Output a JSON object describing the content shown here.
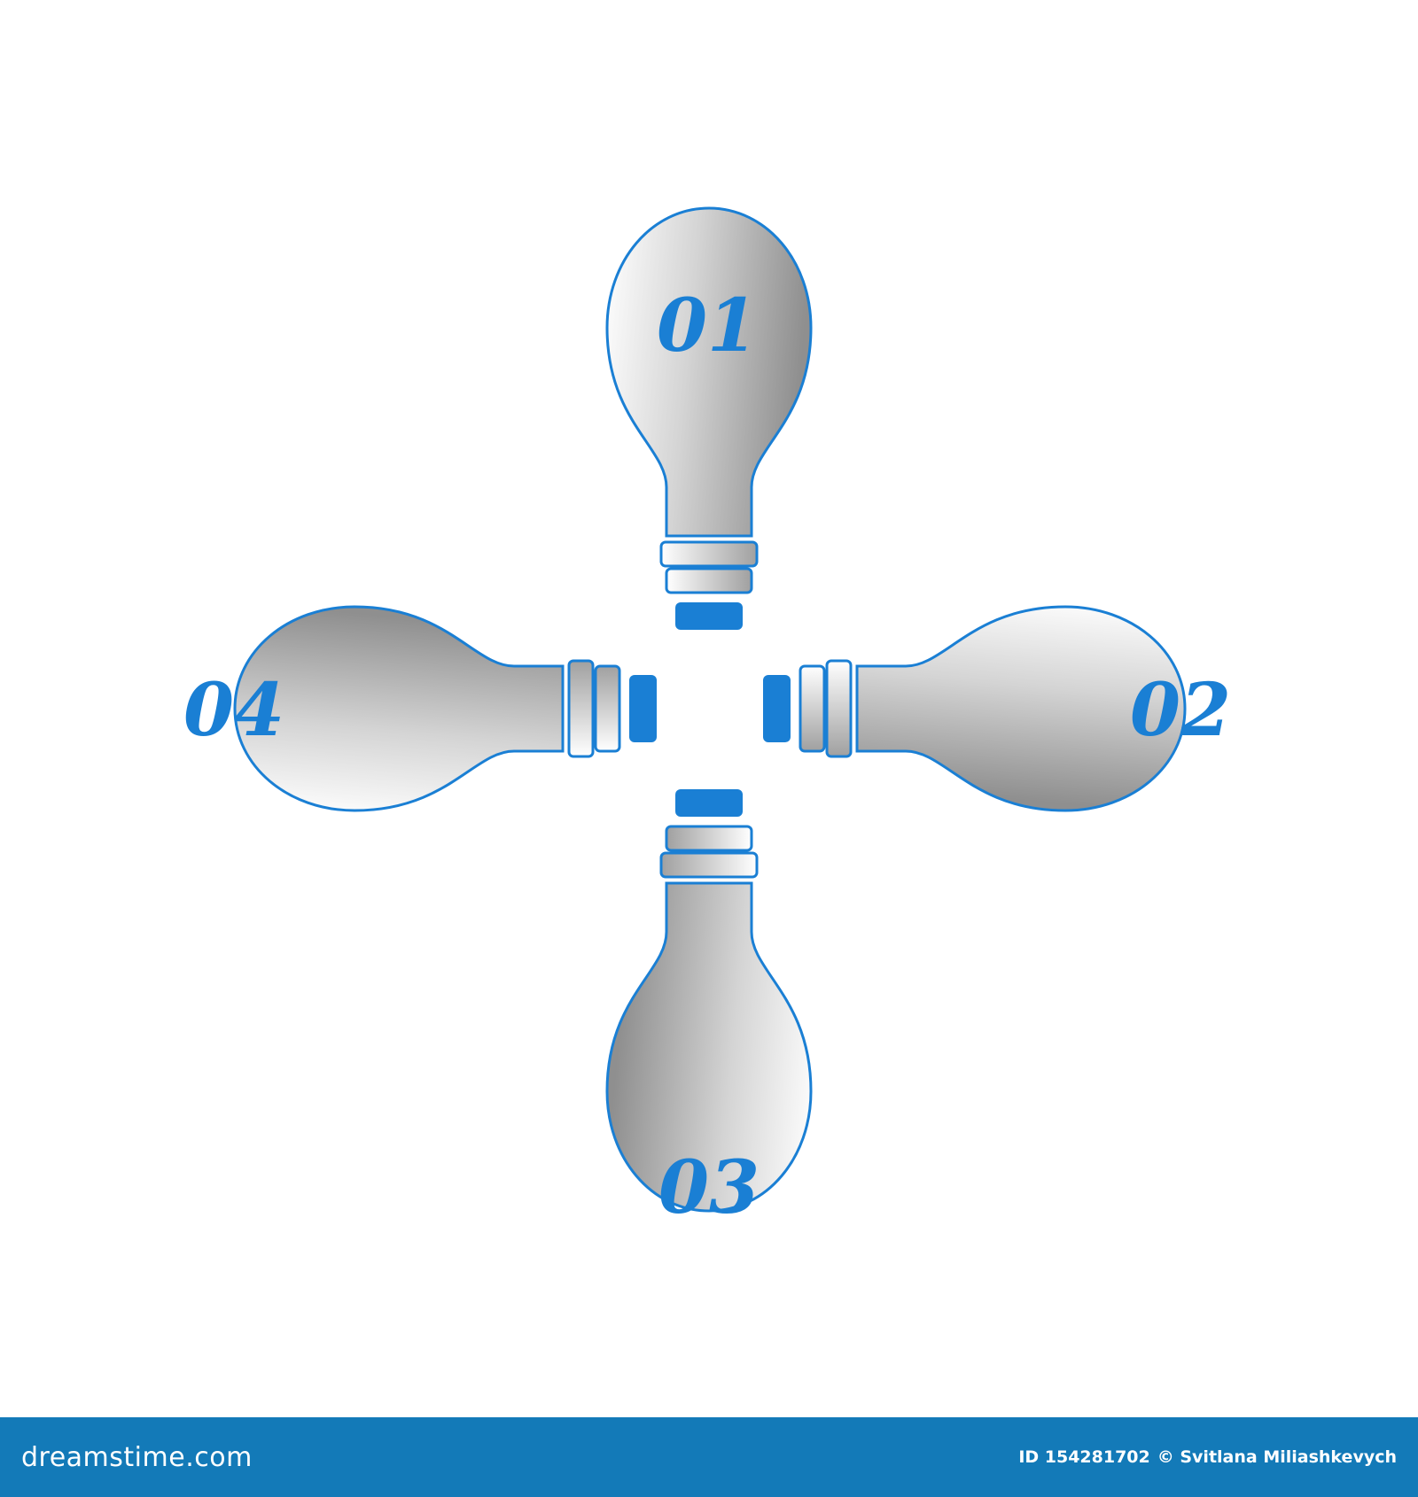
{
  "diagram": {
    "accent_color": "#1a7fd4",
    "bulb_fill_light": "#ffffff",
    "bulb_fill_dark": "#9a9a9a",
    "bulbs": [
      {
        "id": "01",
        "label": "01",
        "orientation": "up"
      },
      {
        "id": "02",
        "label": "02",
        "orientation": "right"
      },
      {
        "id": "03",
        "label": "03",
        "orientation": "down"
      },
      {
        "id": "04",
        "label": "04",
        "orientation": "left"
      }
    ]
  },
  "footer": {
    "brand": "dreamstime.com",
    "image_id": "ID 154281702",
    "author": "© Svitlana Miliashkevych",
    "background_color": "#137ab8"
  }
}
